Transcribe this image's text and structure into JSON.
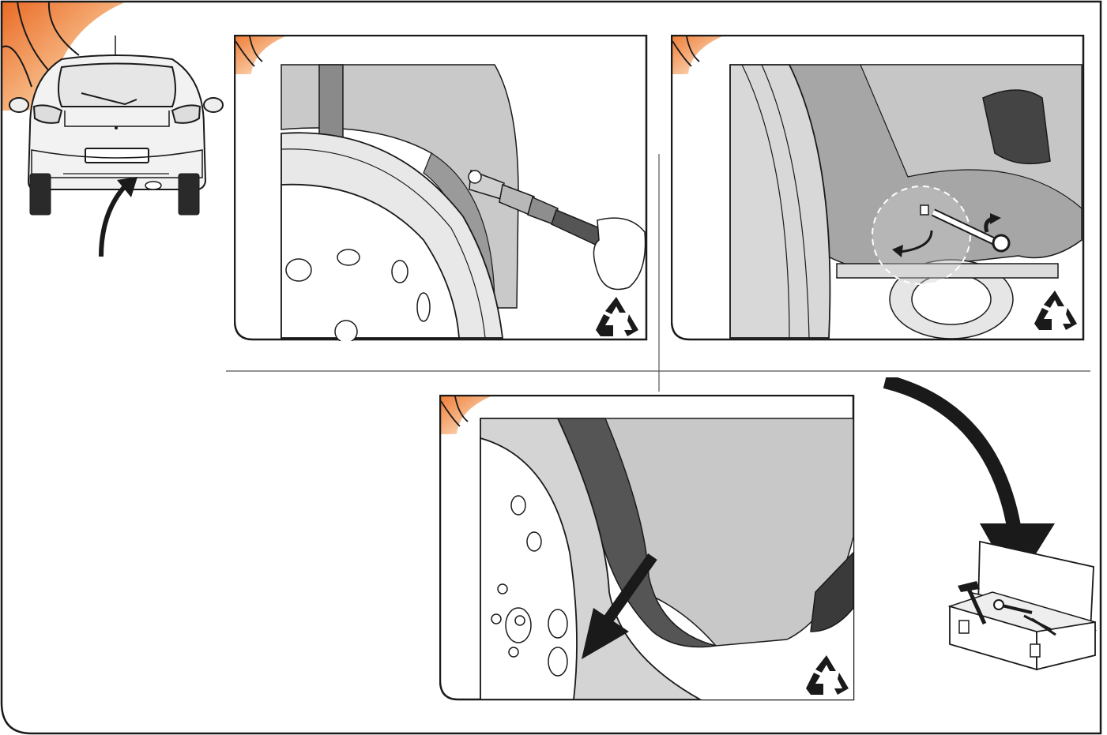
{
  "page": {
    "accent_color": "#f08a3c",
    "line_color": "#1a1a1a",
    "metal_gray": "#8c8c8c",
    "body_gray": "#c8c8c8",
    "dark_gray": "#4a4a4a"
  },
  "overview": {
    "icon": "car-rear-view-icon"
  },
  "steps": [
    {
      "name": "step-remove-mudflap-screw",
      "icon": "recycle-icon"
    },
    {
      "name": "step-remove-mudflap-bolt",
      "icon": "recycle-icon"
    },
    {
      "name": "step-remove-mudflap",
      "icon": "recycle-icon"
    }
  ],
  "toolbox": {
    "icon": "toolbox-icon"
  }
}
